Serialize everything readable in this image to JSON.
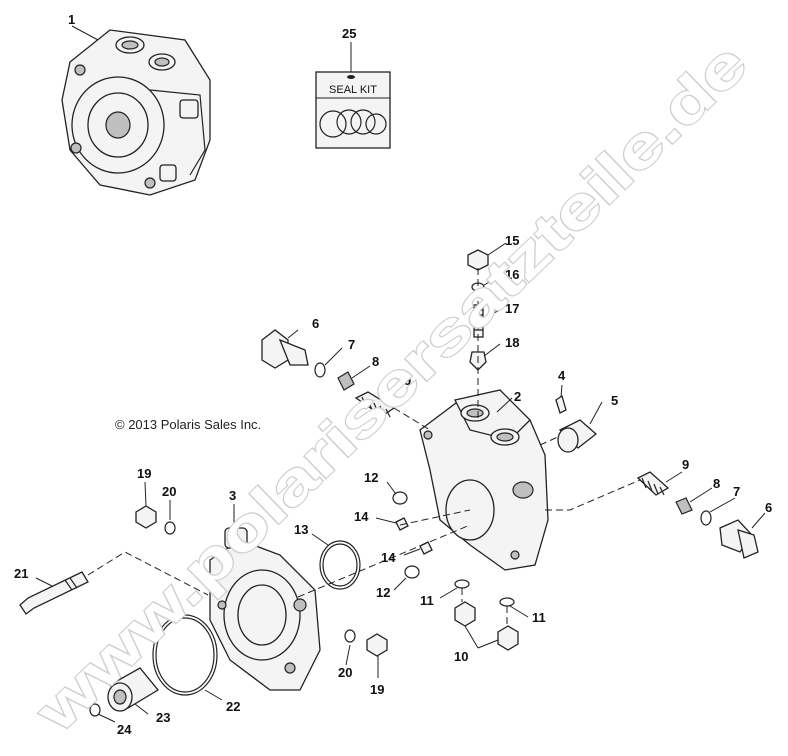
{
  "copyright": "© 2013 Polaris Sales Inc.",
  "watermark": "www.polarisersatzteile.de",
  "seal_kit": {
    "label": "SEAL KIT"
  },
  "callouts": [
    {
      "id": "c1",
      "text": "1"
    },
    {
      "id": "c2",
      "text": "2"
    },
    {
      "id": "c3",
      "text": "3"
    },
    {
      "id": "c4",
      "text": "4"
    },
    {
      "id": "c5",
      "text": "5"
    },
    {
      "id": "c6a",
      "text": "6"
    },
    {
      "id": "c6b",
      "text": "6"
    },
    {
      "id": "c7a",
      "text": "7"
    },
    {
      "id": "c7b",
      "text": "7"
    },
    {
      "id": "c8a",
      "text": "8"
    },
    {
      "id": "c8b",
      "text": "8"
    },
    {
      "id": "c9a",
      "text": "9"
    },
    {
      "id": "c9b",
      "text": "9"
    },
    {
      "id": "c10",
      "text": "10"
    },
    {
      "id": "c11a",
      "text": "11"
    },
    {
      "id": "c11b",
      "text": "11"
    },
    {
      "id": "c12a",
      "text": "12"
    },
    {
      "id": "c12b",
      "text": "12"
    },
    {
      "id": "c13",
      "text": "13"
    },
    {
      "id": "c14a",
      "text": "14"
    },
    {
      "id": "c14b",
      "text": "14"
    },
    {
      "id": "c15",
      "text": "15"
    },
    {
      "id": "c16",
      "text": "16"
    },
    {
      "id": "c17",
      "text": "17"
    },
    {
      "id": "c18",
      "text": "18"
    },
    {
      "id": "c19a",
      "text": "19"
    },
    {
      "id": "c19b",
      "text": "19"
    },
    {
      "id": "c20a",
      "text": "20"
    },
    {
      "id": "c20b",
      "text": "20"
    },
    {
      "id": "c21",
      "text": "21"
    },
    {
      "id": "c22",
      "text": "22"
    },
    {
      "id": "c23",
      "text": "23"
    },
    {
      "id": "c24",
      "text": "24"
    },
    {
      "id": "c25",
      "text": "25"
    }
  ]
}
